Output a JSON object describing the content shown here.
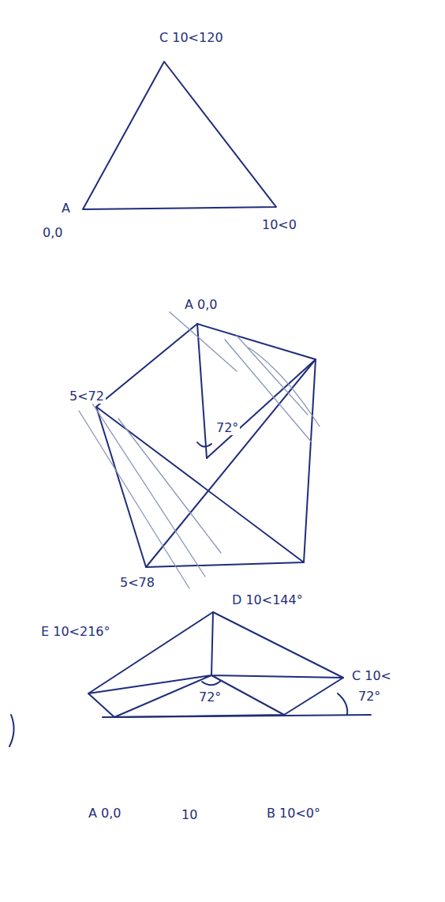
{
  "diagram": {
    "labels": [
      "C 10<120",
      "A",
      "10<0",
      "0,0",
      "A 0,0",
      "5<72",
      "72°",
      "5<78",
      "D 10<144°",
      "E 10<216°",
      "C 10<",
      "72°",
      "72°",
      "A 0,0",
      "10",
      "B 10<0°"
    ]
  }
}
